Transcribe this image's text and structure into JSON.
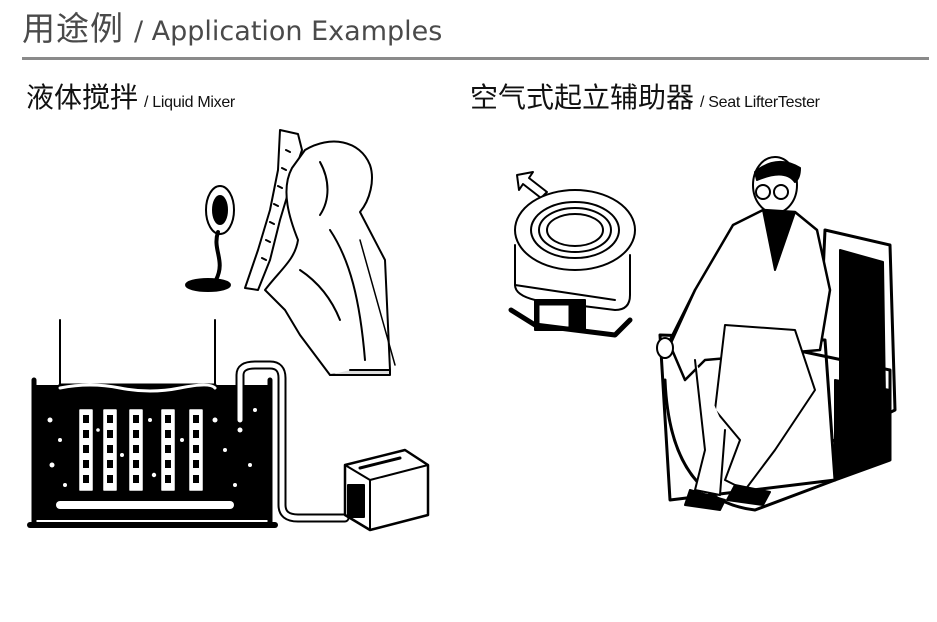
{
  "header": {
    "title_cn": "用途例",
    "title_en": "/ Application Examples"
  },
  "sections": [
    {
      "title_cn": "液体搅拌",
      "title_en": "/ Liquid Mixer"
    },
    {
      "title_cn": "空气式起立辅助器",
      "title_en": "/ Seat LifterTester"
    }
  ]
}
